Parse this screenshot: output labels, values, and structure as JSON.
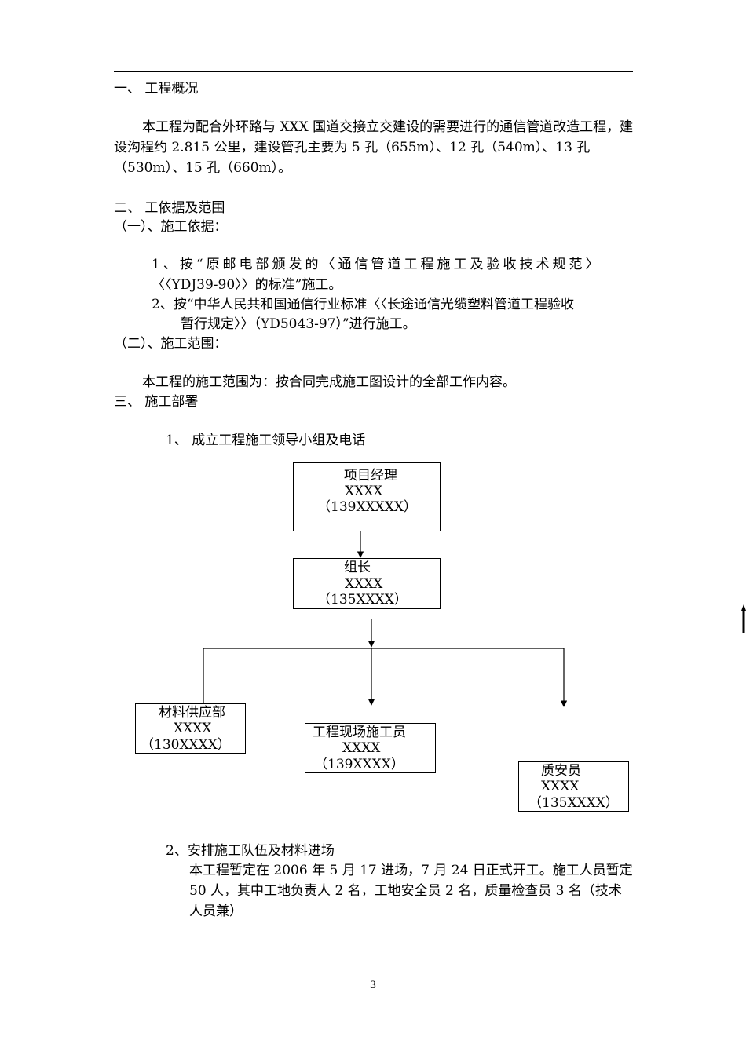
{
  "section1": {
    "heading": "一、      工程概况",
    "para": "本工程为配合外环路与 XXX 国道交接立交建设的需要进行的通信管道改造工程，建设沟程约 2.815 公里，建设管孔主要为 5 孔（655m）、12 孔（540m）、13 孔（530m）、15 孔（660m）。"
  },
  "section2": {
    "heading": "二、      工依据及范围",
    "sub1": "（一）、施工依据：",
    "item1_line1": "1、按“原邮电部颁发的〈通信管道工程施工及验收技术规范〉",
    "item1_line2": "〈〈YDJ39-90〉〉的标准”施工。",
    "item2_line1": "2、按“中华人民共和国通信行业标准〈〈长途通信光缆塑料管道工程验收",
    "item2_line2": "暂行规定〉〉（YD5043-97）”进行施工。",
    "sub2": "（二）、施工范围：",
    "scope": "本工程的施工范围为：按合同完成施工图设计的全部工作内容。"
  },
  "section3": {
    "heading": "三、      施工部署",
    "item1": "1、 成立工程施工领导小组及电话",
    "org": {
      "manager": {
        "title": "项目经理",
        "name": "XXXX",
        "phone": "（139XXXXX）"
      },
      "leader": {
        "title": "组长",
        "name": "XXXX",
        "phone": "（135XXXX）"
      },
      "supply": {
        "title": "材料供应部",
        "name": "XXXX",
        "phone": "（130XXXX）"
      },
      "site": {
        "title": "工程现场施工员",
        "name": "XXXX",
        "phone": "（139XXXX）"
      },
      "quality": {
        "title": "质安员",
        "name": "XXXX",
        "phone": "（135XXXX）"
      }
    },
    "item2": "2、安排施工队伍及材料进场",
    "item2_para": "本工程暂定在 2006 年 5 月 17 进场，7 月 24 日正式开工。施工人员暂定 50 人，其中工地负责人 2 名，工地安全员 2 名，质量检查员 3 名（技术人员兼）"
  },
  "page_number": "3"
}
